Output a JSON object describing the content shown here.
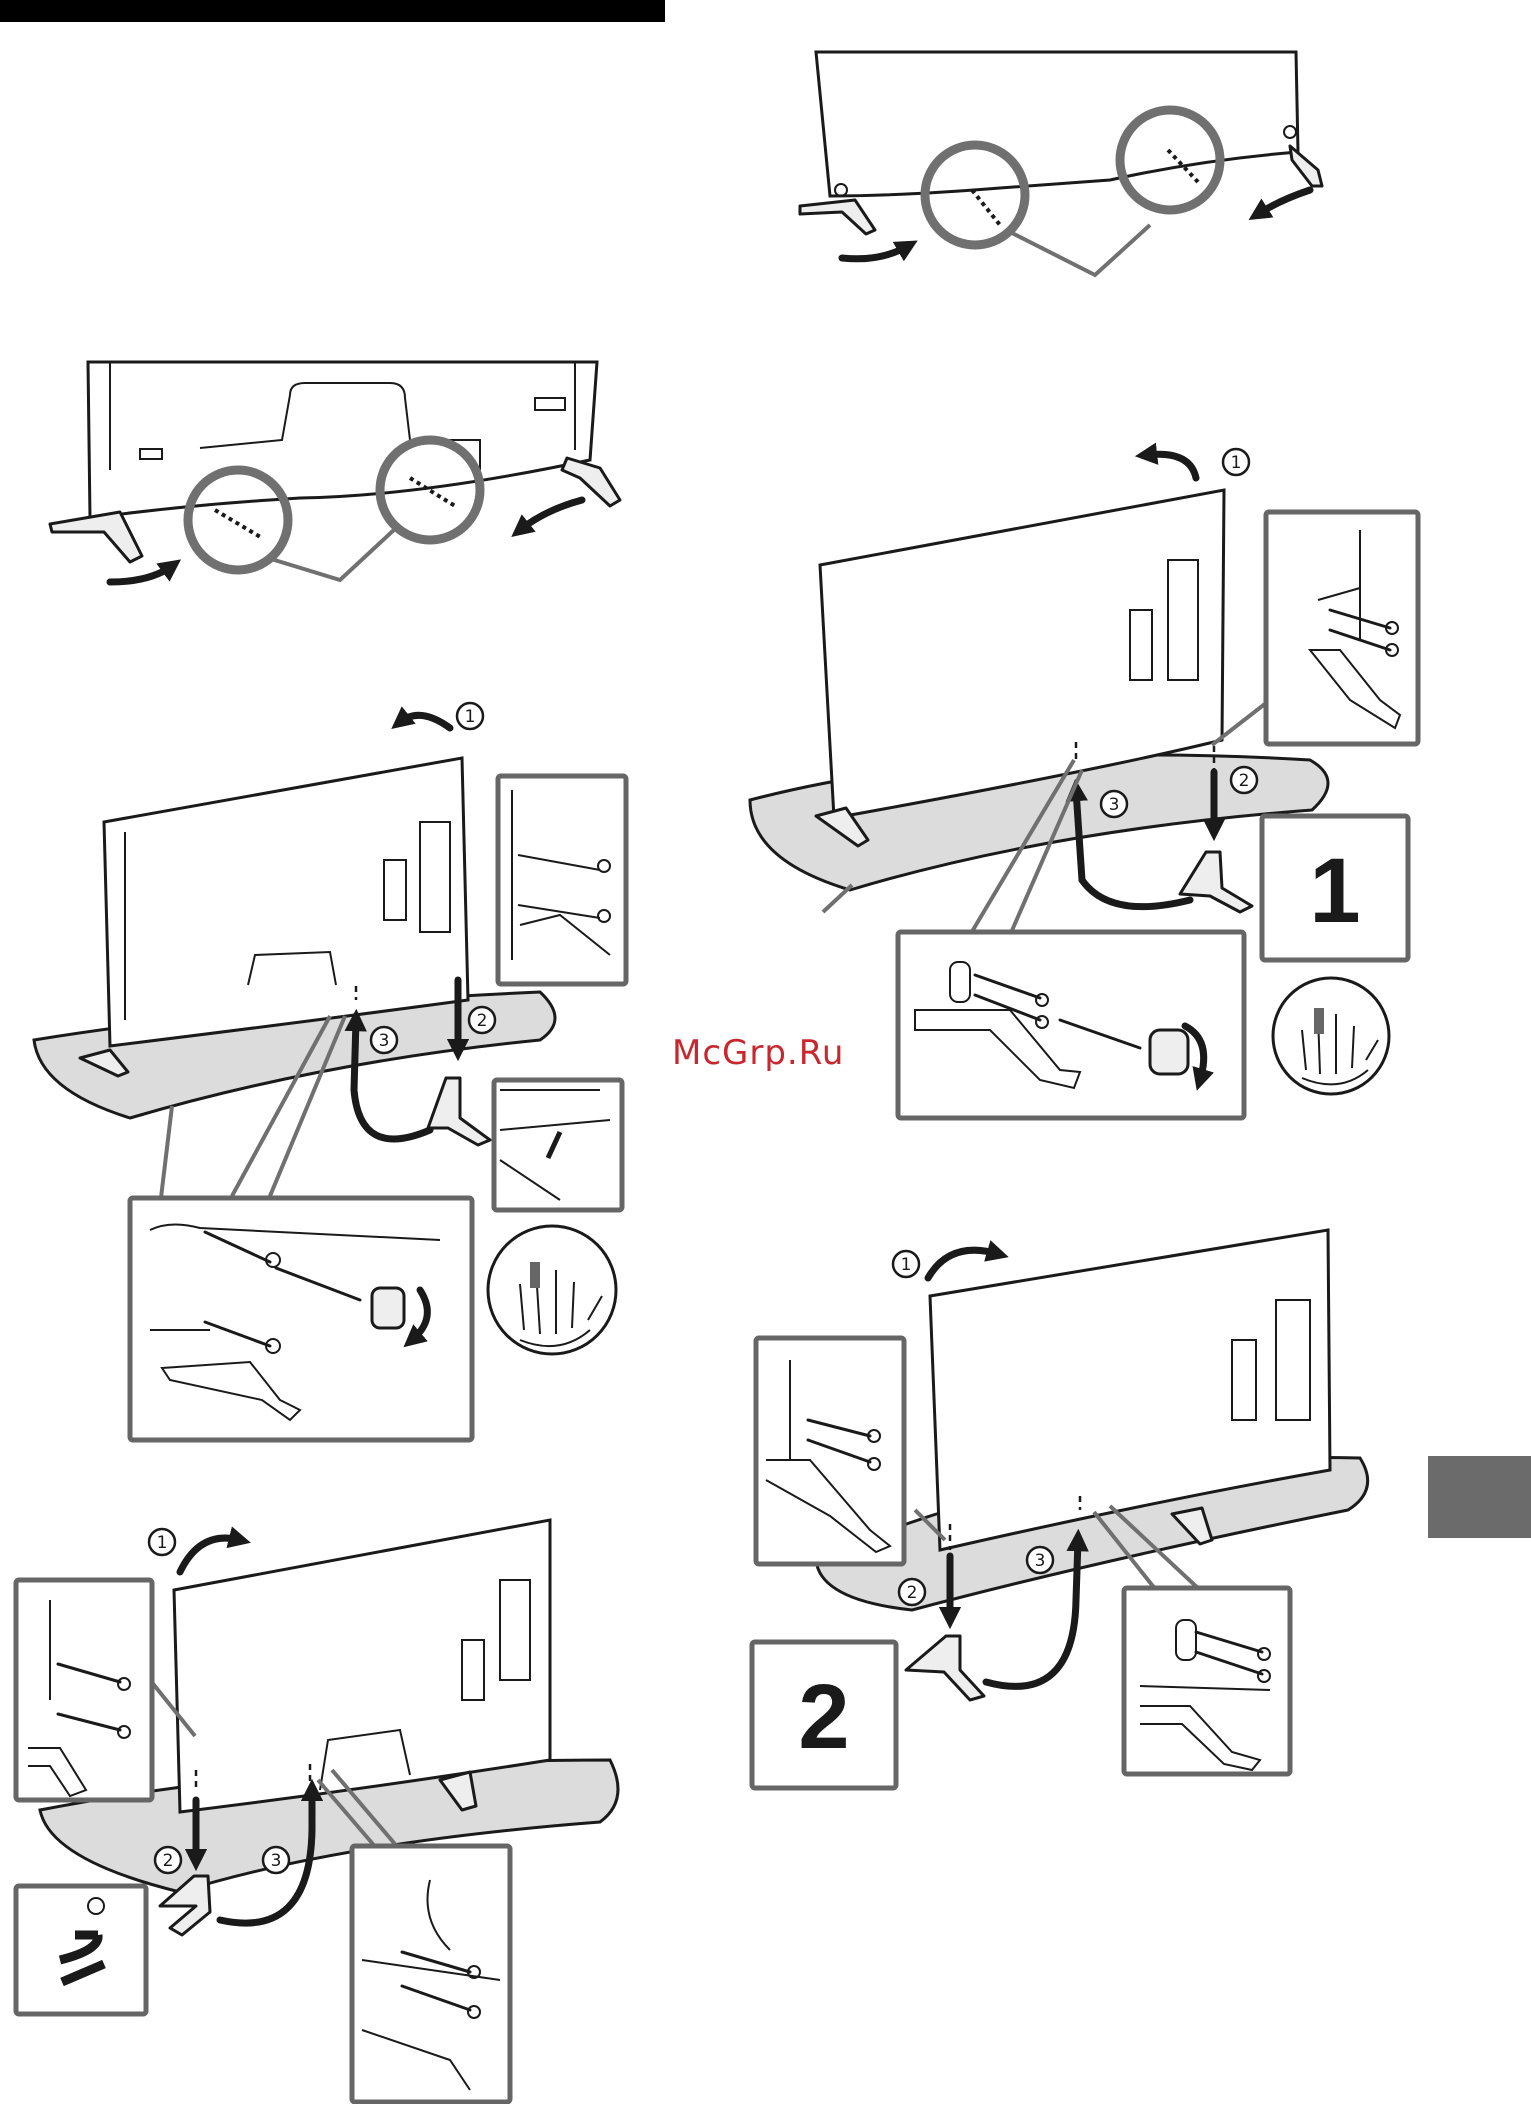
{
  "page": {
    "section_tab_color": "#6b6b6b",
    "header_bar_color": "#000000"
  },
  "watermark": {
    "text": "McGrp.Ru",
    "color": "#c8282d"
  },
  "step_markers": {
    "one": "1",
    "two": "2",
    "three": "3"
  },
  "stand_labels": {
    "left_stand": "1",
    "right_stand": "2"
  },
  "icons": [
    "screw-icon",
    "screwdriver-icon",
    "hand-caution-icon",
    "rotate-arrow-icon",
    "zoom-callout-icon"
  ]
}
